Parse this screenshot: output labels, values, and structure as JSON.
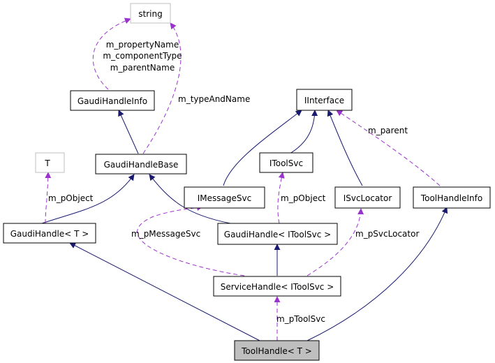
{
  "nodes": {
    "string": "string",
    "gaudi_handle_info": "GaudiHandleInfo",
    "iinterface": "IInterface",
    "t": "T",
    "gaudi_handle_base": "GaudiHandleBase",
    "itoolsvc": "IToolSvc",
    "imessagesvc": "IMessageSvc",
    "isvclocator": "ISvcLocator",
    "tool_handle_info": "ToolHandleInfo",
    "gaudi_handle_t": "GaudiHandle< T >",
    "gaudi_handle_itoolsvc": "GaudiHandle< IToolSvc >",
    "service_handle_itoolsvc": "ServiceHandle< IToolSvc >",
    "tool_handle_t": "ToolHandle< T >"
  },
  "edge_labels": {
    "property_name": "m_propertyName",
    "component_type": "m_componentType",
    "parent_name": "m_parentName",
    "type_and_name": "m_typeAndName",
    "parent": "m_parent",
    "p_object_left": "m_pObject",
    "p_object_right": "m_pObject",
    "p_message_svc": "m_pMessageSvc",
    "p_svc_locator": "m_pSvcLocator",
    "p_tool_svc": "m_pToolSvc"
  },
  "colors": {
    "inheritance_edge": "#191970",
    "usage_edge": "#9a32cd",
    "current_node_fill": "#bfbfbf",
    "template_node_border": "#bfbfbf"
  }
}
